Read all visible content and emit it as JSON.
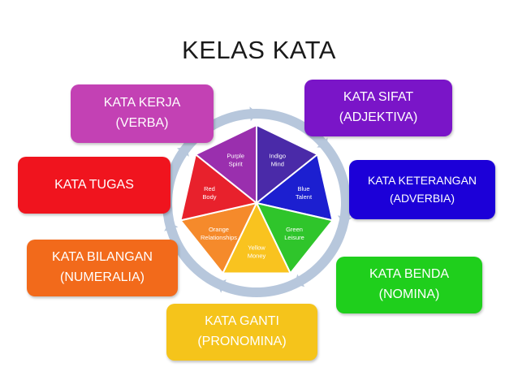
{
  "title": "KELAS KATA",
  "colors": {
    "kata_kerja": "#c341b4",
    "kata_sifat": "#7a15c8",
    "kata_tugas": "#f0141e",
    "kata_keterangan": "#1c00d8",
    "kata_bilangan": "#f26a1b",
    "kata_benda": "#1fcf1c",
    "kata_ganti": "#f5c41b",
    "wheel_arrow": "#b7c7dc"
  },
  "boxes": {
    "kata_kerja": {
      "line1": "KATA KERJA",
      "line2": "(VERBA)"
    },
    "kata_sifat": {
      "line1": "KATA SIFAT",
      "line2": "(ADJEKTIVA)"
    },
    "kata_tugas": {
      "line1": "KATA TUGAS"
    },
    "kata_keterangan": {
      "line1": "KATA KETERANGAN",
      "line2": "(ADVERBIA)"
    },
    "kata_bilangan": {
      "line1": "KATA BILANGAN",
      "line2": "(NUMERALIA)"
    },
    "kata_benda": {
      "line1": "KATA BENDA",
      "line2": "(NOMINA)"
    },
    "kata_ganti": {
      "line1": "KATA GANTI",
      "line2": "(PRONOMINA)"
    }
  },
  "wheel": {
    "segments": [
      {
        "line1": "Indigo",
        "line2": "Mind",
        "color": "#4a2aa8"
      },
      {
        "line1": "Blue",
        "line2": "Talent",
        "color": "#1c1fd0"
      },
      {
        "line1": "Green",
        "line2": "Leisure",
        "color": "#2fc52b"
      },
      {
        "line1": "Yellow",
        "line2": "Money",
        "color": "#f9c31f"
      },
      {
        "line1": "Orange",
        "line2": "Relationships",
        "color": "#f58a2b"
      },
      {
        "line1": "Red",
        "line2": "Body",
        "color": "#e8212c"
      },
      {
        "line1": "Purple",
        "line2": "Spirit",
        "color": "#9a2fae"
      }
    ]
  }
}
